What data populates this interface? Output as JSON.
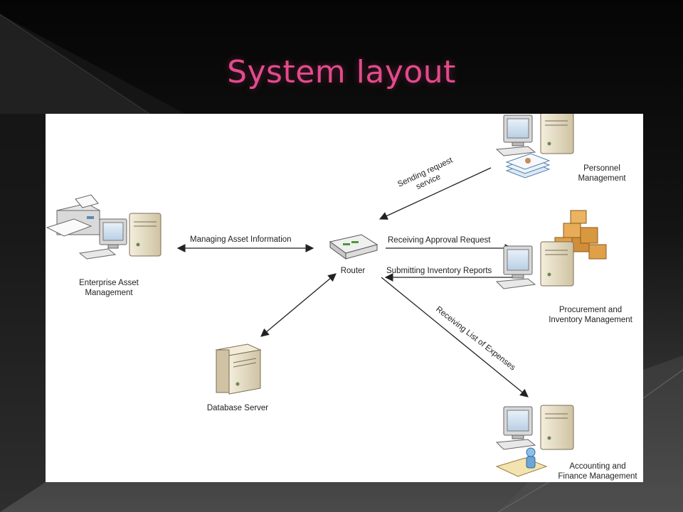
{
  "slide": {
    "title": "System layout"
  },
  "nodes": {
    "personnel": {
      "line1": "Personnel",
      "line2": "Management"
    },
    "enterprise_asset": {
      "line1": "Enterprise Asset",
      "line2": "Management"
    },
    "router": {
      "label": "Router"
    },
    "procurement": {
      "line1": "Procurement and",
      "line2": "Inventory Management"
    },
    "database": {
      "label": "Database Server"
    },
    "accounting": {
      "line1": "Accounting and",
      "line2": "Finance Management"
    }
  },
  "edges": {
    "sending_request": {
      "line1": "Sending request",
      "line2": "service"
    },
    "managing_asset": "Managing Asset Information",
    "receiving_approval": "Receiving Approval Request",
    "submitting_inventory": "Submitting Inventory Reports",
    "receiving_expenses": "Receiving List of Expenses"
  },
  "colors": {
    "title": "#e44a8c",
    "panel": "#ffffff",
    "arrow": "#222222",
    "server_beige": "#e6dcc2",
    "monitor_screen": "#cfe0f0",
    "box_orange": "#e0a04a"
  }
}
